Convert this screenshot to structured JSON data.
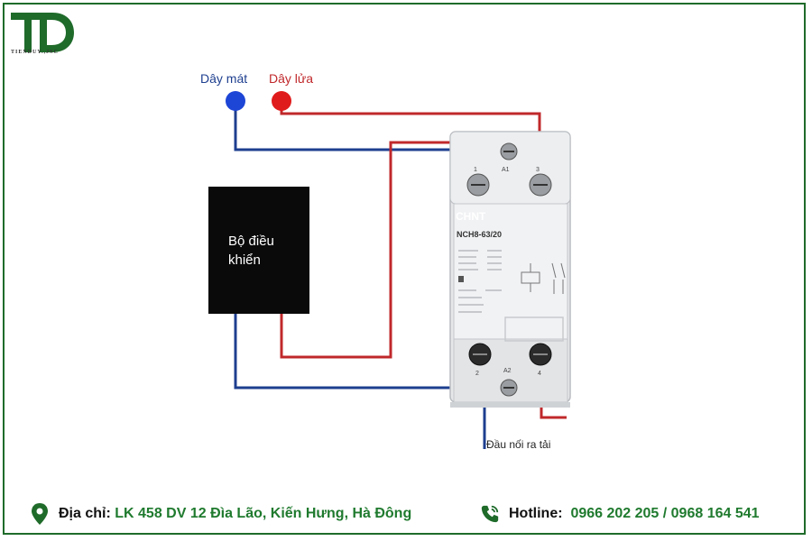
{
  "logo": {
    "letters": "TD",
    "tagline": "TIENDUY.,JSC"
  },
  "wires": {
    "neutral_label": "Dây mát",
    "live_label": "Dây lửa"
  },
  "controller": {
    "line1": "Bộ điều",
    "line2": "khiển"
  },
  "contactor": {
    "brand": "CHNT",
    "model": "NCH8-63/20",
    "term_1": "1",
    "term_3": "3",
    "term_2": "2",
    "term_4": "4",
    "coil_a1": "A1",
    "coil_a2": "A2"
  },
  "output_label": "Đầu nối ra tải",
  "footer": {
    "address_label": "Địa chỉ:",
    "address_value": "LK 458 DV 12 Đìa Lão, Kiến Hưng, Hà Đông",
    "hotline_label": "Hotline:",
    "hotline_value": "0966 202 205 / 0968 164 541"
  },
  "colors": {
    "brand_green": "#1f6b2a",
    "neutral_wire": "#1e3f8f",
    "live_wire": "#c0282b",
    "text_green": "#1f7a2e"
  }
}
